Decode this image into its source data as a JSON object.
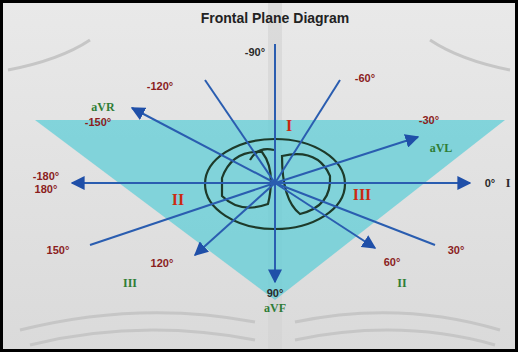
{
  "diagram": {
    "title": "Frontal Plane Diagram",
    "labels": [
      "-90°",
      "-120°",
      "-60°",
      "aVR",
      "-150°",
      "I",
      "aVL",
      "-30°",
      "-180°",
      "180°",
      "0°",
      "I",
      "II",
      "III",
      "150°",
      "30°",
      "120°",
      "60°",
      "III",
      "II",
      "90°",
      "aVF"
    ]
  }
}
